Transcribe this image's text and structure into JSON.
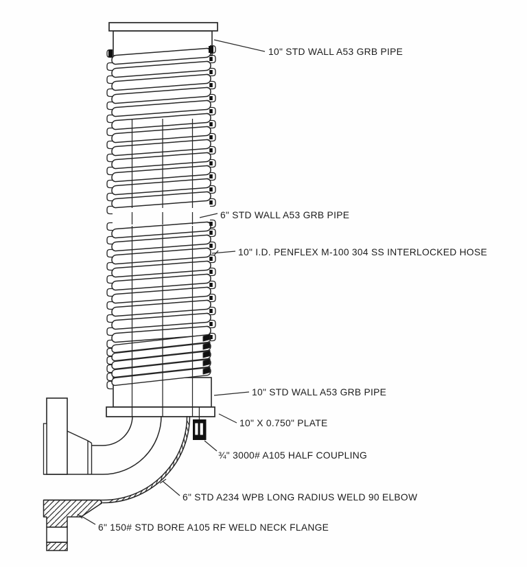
{
  "drawing": {
    "title": "Flanged elbow with interlocked hose jacket assembly",
    "background_color": "#fefefe",
    "line_color": "#262626",
    "labels": {
      "top_pipe": "10\" STD WALL A53 GRB PIPE",
      "inner_pipe": "6\" STD WALL A53 GRB PIPE",
      "hose": "10\" I.D. PENFLEX M-100 304 SS INTERLOCKED HOSE",
      "lower_pipe": "10\" STD WALL A53 GRB PIPE",
      "plate": "10\" X 0.750\" PLATE",
      "half_coupling": "¾\" 3000# A105 HALF COUPLING",
      "elbow": "6\" STD A234 WPB LONG RADIUS WELD 90 ELBOW",
      "flange": "6\" 150# STD BORE A105 RF WELD NECK FLANGE"
    }
  }
}
